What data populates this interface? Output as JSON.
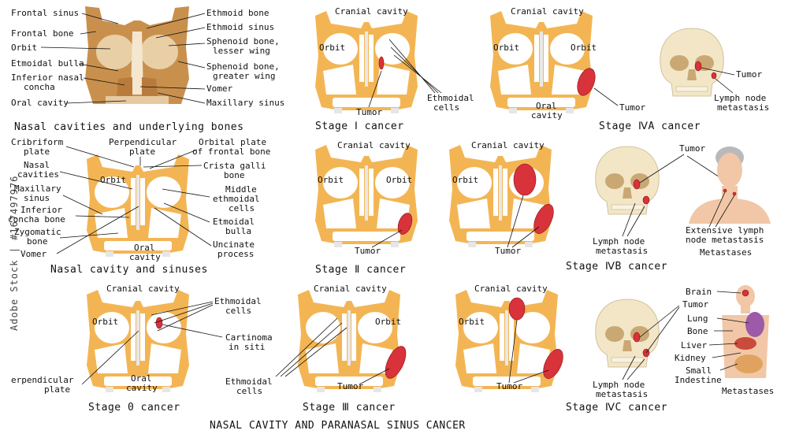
{
  "labels": {
    "frontal_sinus": "Frontal sinus",
    "frontal_bone": "Frontal bone",
    "orbit": "Orbit",
    "etmoidal_bulla": "Etmoidal bulla",
    "inferior_nasal_concha_1": "Inferior nasal",
    "inferior_nasal_concha_2": "concha",
    "oral_cavity": "Oral cavity",
    "ethmoid_bone": "Ethmoid bone",
    "ethmoid_sinus": "Ethmoid sinus",
    "sphenoid_lesser_1": "Sphenoid bone,",
    "sphenoid_lesser_2": "lesser wing",
    "sphenoid_greater_1": "Sphenoid bone,",
    "sphenoid_greater_2": "greater wing",
    "vomer": "Vomer",
    "maxillary_sinus": "Maxillary sinus",
    "cribriform_1": "Cribriform",
    "cribriform_2": "plate",
    "nasal_cavities_1": "Nasal",
    "nasal_cavities_2": "cavities",
    "maxillary_sinus_1": "Maxillary",
    "maxillary_sinus_2": "sinus",
    "inferior_concha_bone_1": "Inferior",
    "inferior_concha_bone_2": "concha bone",
    "zygomatic_1": "Zygomatic",
    "zygomatic_2": "bone",
    "perpendicular_1": "Perpendicular",
    "perpendicular_2": "plate",
    "orbital_plate_1": "Orbital plate",
    "orbital_plate_2": "of frontal bone",
    "crista_1": "Crista galli",
    "crista_2": "bone",
    "middle_ethmoidal_1": "Middle",
    "middle_ethmoidal_2": "ethmoidal",
    "middle_ethmoidal_3": "cells",
    "etmoidal_bulla_1": "Etmoidal",
    "etmoidal_bulla_2": "bulla",
    "uncinate_1": "Uncinate",
    "uncinate_2": "process",
    "oral": "Oral",
    "cavity": "cavity",
    "cranial_cavity": "Cranial cavity",
    "tumor": "Tumor",
    "ethmoidal": "Ethmoidal",
    "cells": "cells",
    "cartinoma_1": "Cartinoma",
    "cartinoma_2": "in siti",
    "erpendicular": "erpendicular",
    "plate": "plate",
    "lymph_node": "Lymph node",
    "metastasis": "metastasis",
    "extensive_1": "Extensive lymph",
    "extensive_2": "node metastasis",
    "metastases": "Metastases",
    "brain": "Brain",
    "lung": "Lung",
    "bone": "Bone",
    "liver": "Liver",
    "kidney": "Kidney",
    "small": "Small",
    "indestine": "Indestine"
  },
  "captions": {
    "nasal_bones": "Nasal cavities and underlying bones",
    "nasal_sinuses": "Nasal cavity and sinuses",
    "stage_0": "Stage 0 cancer",
    "stage_1": "Stage Ⅰ cancer",
    "stage_2": "Stage Ⅱ cancer",
    "stage_3": "Stage Ⅲ cancer",
    "stage_4a": "Stage ⅣA  cancer",
    "stage_4b": "Stage ⅣB  cancer",
    "stage_4c": "Stage ⅣC  cancer",
    "main_title": "NASAL CAVITY AND PARANASAL SINUS CANCER"
  },
  "watermark": "Adobe Stock | #167497976"
}
